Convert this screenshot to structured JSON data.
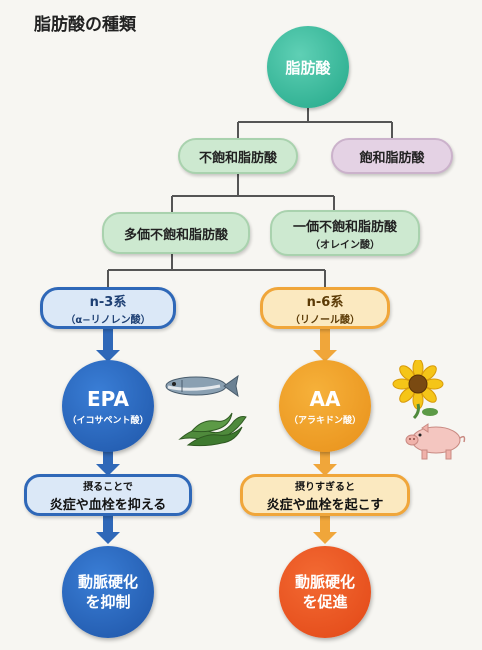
{
  "title": "脂肪酸の種類",
  "nodes": {
    "root": "脂肪酸",
    "unsaturated": "不飽和脂肪酸",
    "saturated": "飽和脂肪酸",
    "poly": "多価不飽和脂肪酸",
    "mono": "一価不飽和脂肪酸",
    "mono_sub": "（オレイン酸）",
    "n3": "n-3系",
    "n3_sub": "（α−リノレン酸）",
    "n6": "n-6系",
    "n6_sub": "（リノール酸）",
    "epa": "EPA",
    "epa_sub": "（イコサペント酸）",
    "aa": "AA",
    "aa_sub": "（アラキドン酸）",
    "n3_effect_line1": "摂ることで",
    "n3_effect_line2": "炎症や血栓を抑える",
    "n6_effect_line1": "摂りすぎると",
    "n6_effect_line2": "炎症や血栓を起こす",
    "n3_result_line1": "動脈硬化",
    "n3_result_line2": "を抑制",
    "n6_result_line1": "動脈硬化",
    "n6_result_line2": "を促進"
  },
  "icons": [
    "fish-icon",
    "seaweed-icon",
    "sunflower-icon",
    "pig-icon"
  ],
  "colors": {
    "root": "#2fb594",
    "green_pill": "#cde9d0",
    "pink_pill": "#e4d2e4",
    "blue": "#2f68b8",
    "orange": "#f0a63a",
    "red": "#e24716"
  }
}
